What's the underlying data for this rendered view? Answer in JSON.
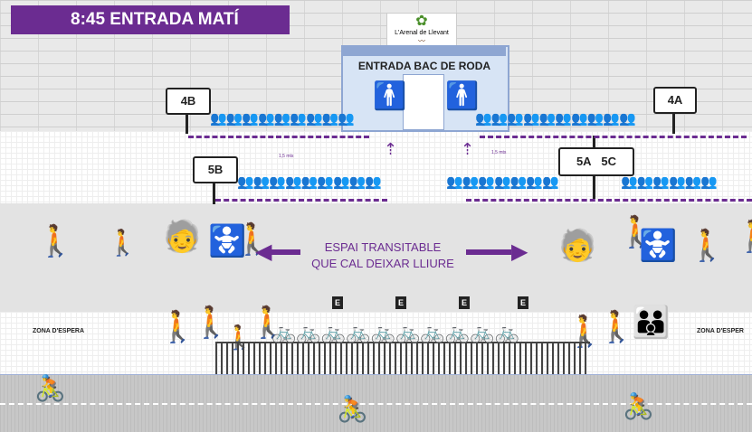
{
  "header": {
    "title": "8:45 ENTRADA MATÍ"
  },
  "logo": {
    "text": "L'Arenal de Llevant"
  },
  "entrance": {
    "label": "ENTRADA BAC DE RODA"
  },
  "signs": {
    "s4b": "4B",
    "s4a": "4A",
    "s5b": "5B",
    "s5a": "5A",
    "s5c": "5C"
  },
  "distance_note": "1,5 mts",
  "center": {
    "line1": "ESPAI TRANSITABLE",
    "line2": "QUE CAL DEIXAR LLIURE"
  },
  "zones": {
    "left": "ZONA D'ESPERA",
    "right": "ZONA D'ESPER"
  },
  "bike_sign": "E",
  "colors": {
    "accent": "#6b2c91",
    "entrance": "#8ea6d2"
  },
  "icons": {
    "person": "person-icon",
    "bike": "bicycle-icon",
    "cyclist": "cyclist-icon"
  }
}
